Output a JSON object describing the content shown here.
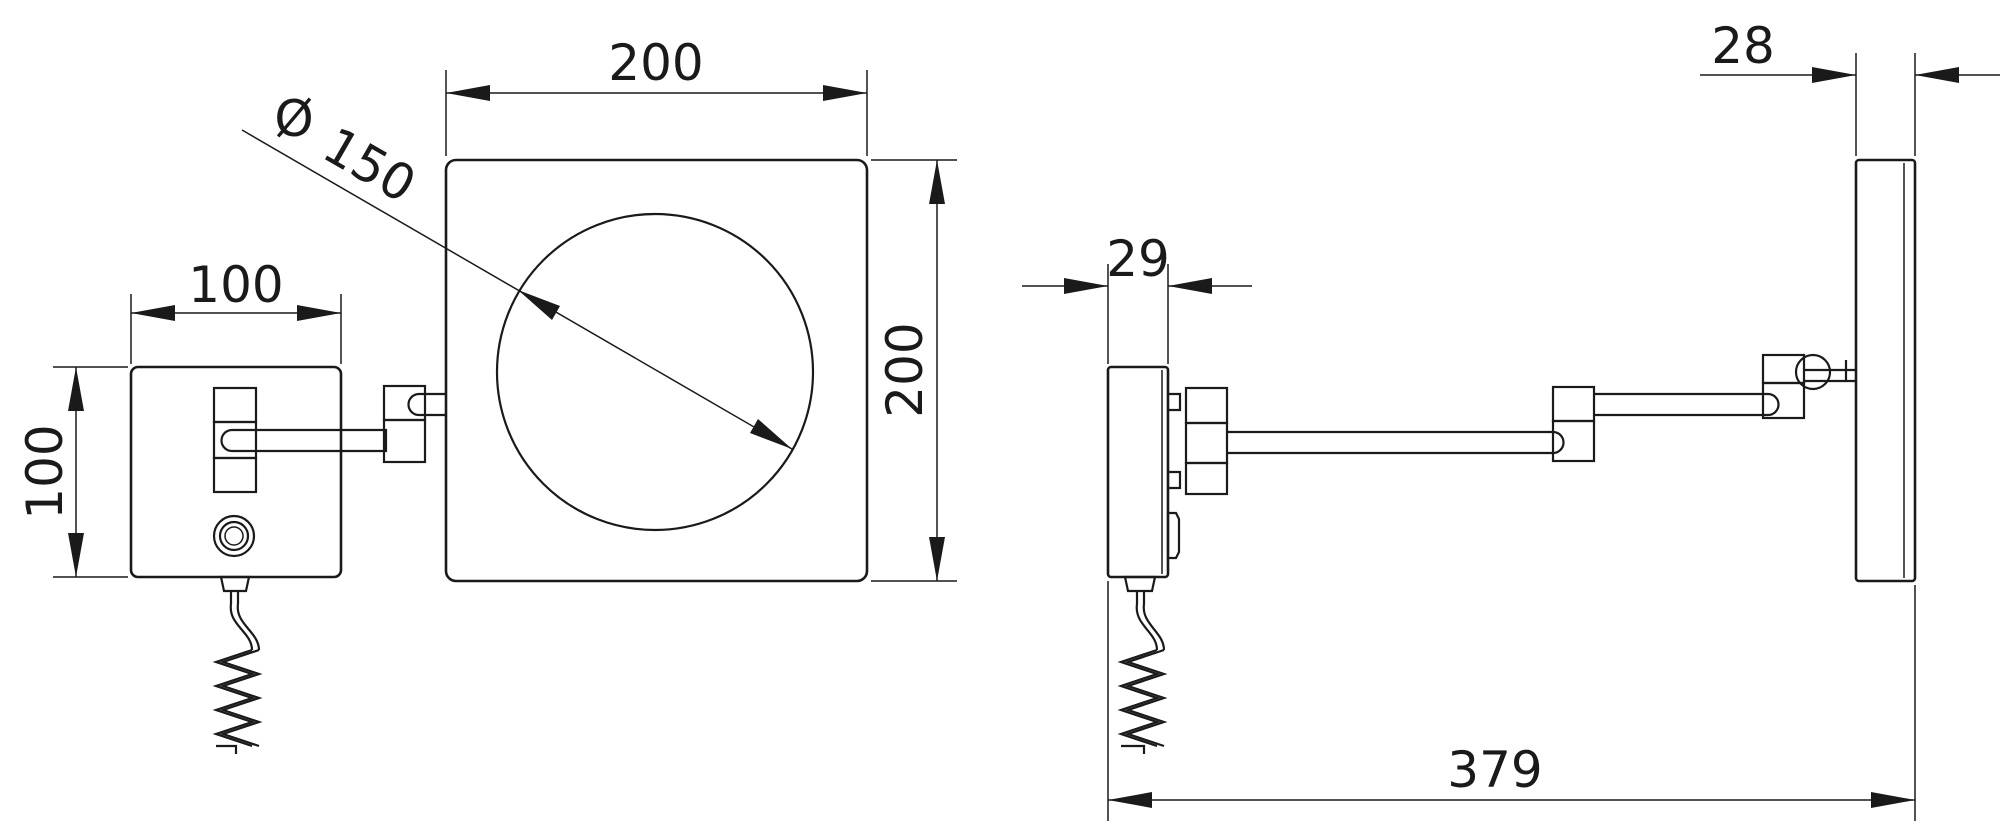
{
  "front_view": {
    "mirror_width": "200",
    "mirror_height": "200",
    "lens_diameter_symbol": "Ø",
    "lens_diameter": "150",
    "base_width": "100",
    "base_height": "100"
  },
  "side_view": {
    "base_depth": "29",
    "mirror_depth": "28",
    "total_projection": "379"
  }
}
